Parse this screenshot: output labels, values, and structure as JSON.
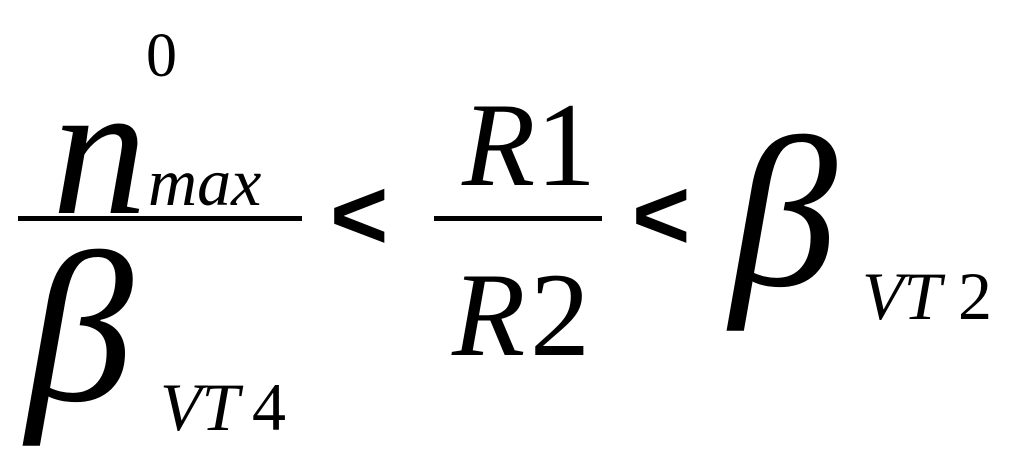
{
  "formula": {
    "left_fraction": {
      "numerator": {
        "variable": "n",
        "superscript": "0",
        "subscript": "max"
      },
      "denominator": {
        "variable": "β",
        "subscript_letters": "VT",
        "subscript_digit": "4"
      }
    },
    "relation_1": "<",
    "middle_fraction": {
      "numerator_letter": "R",
      "numerator_digit": "1",
      "denominator_letter": "R",
      "denominator_digit": "2"
    },
    "relation_2": "<",
    "right_term": {
      "variable": "β",
      "subscript_letters": "VT",
      "subscript_digit": "2"
    }
  }
}
